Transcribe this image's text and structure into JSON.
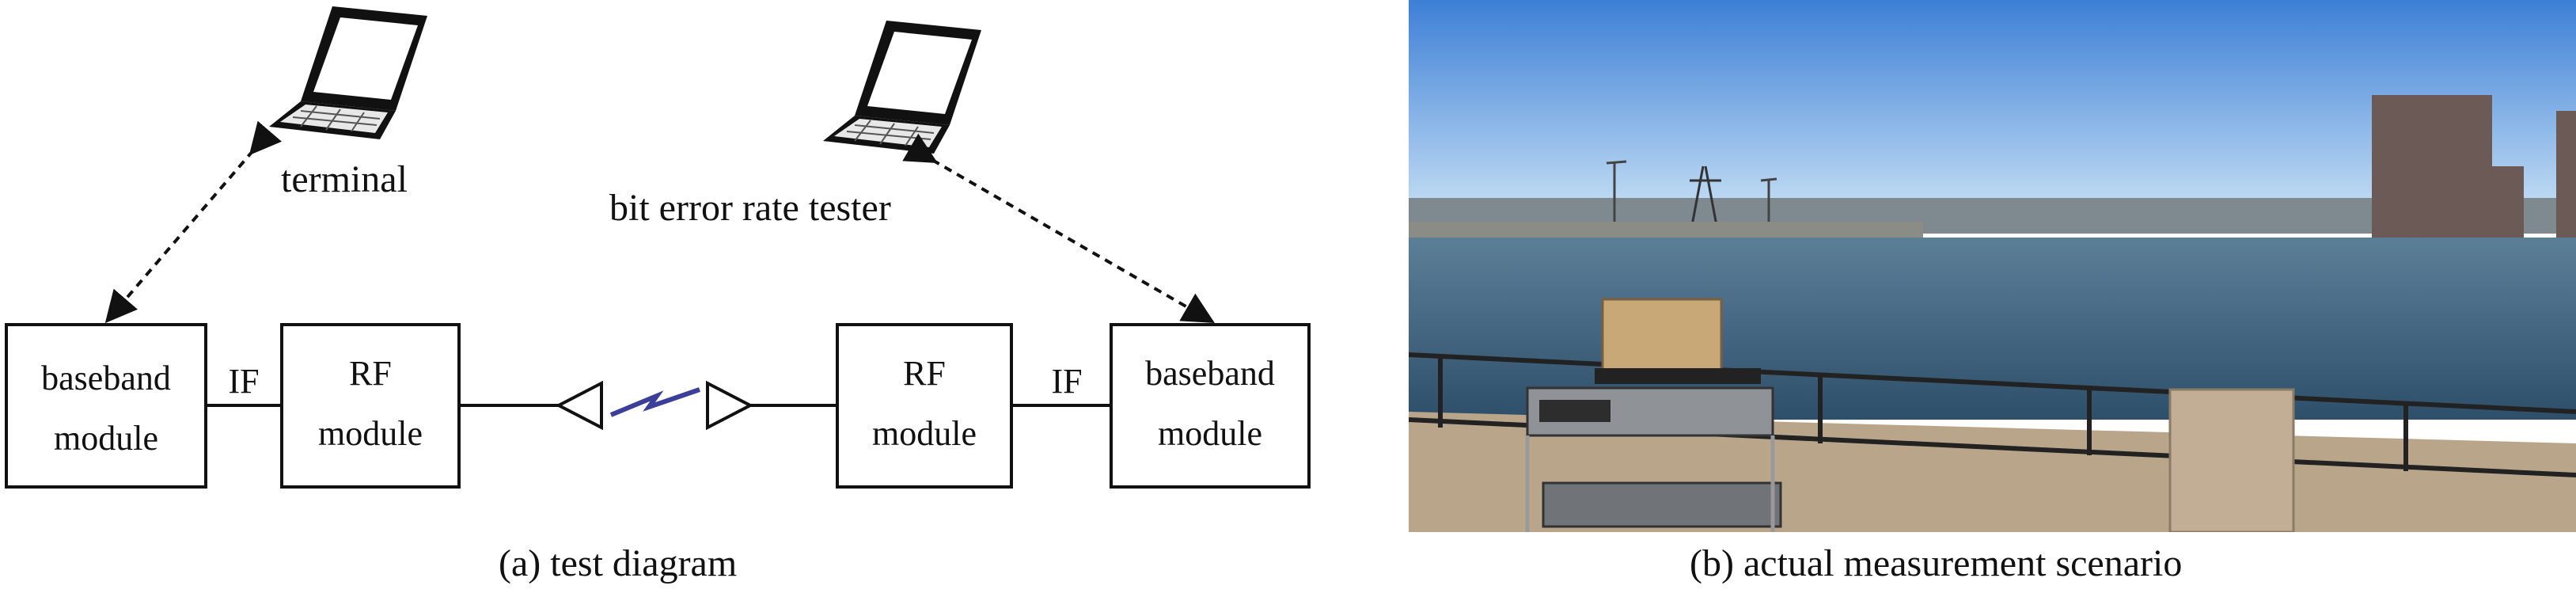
{
  "left_panel": {
    "terminal_label": "terminal",
    "bert_label": "bit error rate tester",
    "left_baseband": {
      "line1": "baseband",
      "line2": "module"
    },
    "left_rf": {
      "line1": "RF",
      "line2": "module"
    },
    "left_if": "IF",
    "right_rf": {
      "line1": "RF",
      "line2": "module"
    },
    "right_if": "IF",
    "right_baseband": {
      "line1": "baseband",
      "line2": "module"
    },
    "caption": "(a) test diagram"
  },
  "right_panel": {
    "caption": "(b) actual measurement scenario"
  },
  "colors": {
    "line": "#111111",
    "wireless_link": "#3b3f9a",
    "sky_top": "#3d7fd6",
    "sky_bottom": "#cfe6f7",
    "water": "#2e4f6a"
  }
}
